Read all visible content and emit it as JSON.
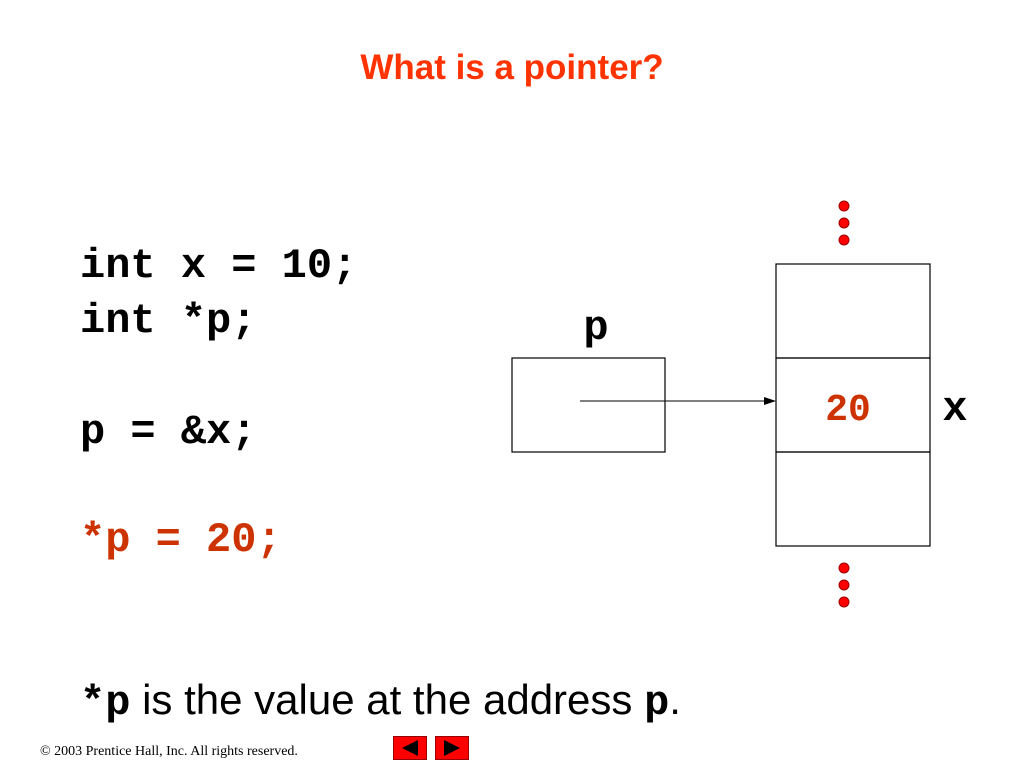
{
  "title": "What is a pointer?",
  "code_lines": {
    "line1": "int x = 10;",
    "line2": "int *p;",
    "line3": "p = &x;",
    "line4": "*p = 20;"
  },
  "diagram": {
    "pointer_label": "p",
    "cell_value": "20",
    "variable_label": "x"
  },
  "statement": {
    "prefix": "*p",
    "middle": " is the value at the address ",
    "suffix_var": "p",
    "end": "."
  },
  "footer": {
    "copyright": "© 2003 Prentice Hall, Inc.  All rights reserved."
  },
  "nav": {
    "prev_icon": "arrow-left-icon",
    "next_icon": "arrow-right-icon"
  },
  "colors": {
    "title": "#ff3300",
    "highlight": "#cc3300",
    "dots": "#ff0000",
    "nav_button": "#ff0000"
  }
}
